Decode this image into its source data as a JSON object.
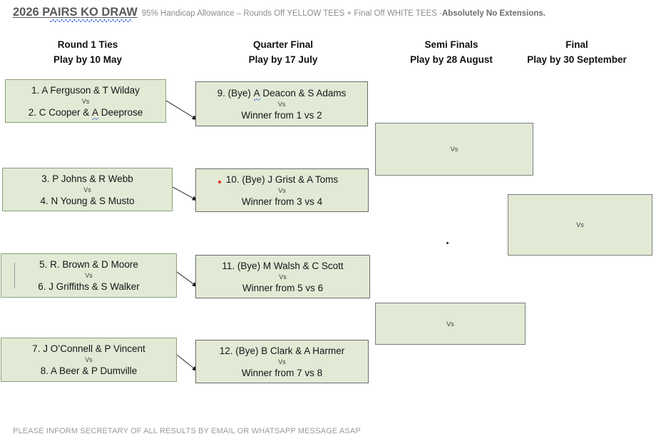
{
  "header": {
    "title": "2026 PAIRS KO DRAW",
    "subtitle": "95% Handicap Allowance – Rounds Off YELLOW TEES + Final Off WHITE TEES -",
    "emphasis": "Absolutely No Extensions."
  },
  "columns": [
    {
      "name": "Round 1 Ties",
      "deadline": "Play by 10 May"
    },
    {
      "name": "Quarter Final",
      "deadline": "Play by 17 July"
    },
    {
      "name": "Semi Finals",
      "deadline": "Play by 28 August"
    },
    {
      "name": "Final",
      "deadline": "Play by 30 September"
    }
  ],
  "vs_label": "Vs",
  "round1": [
    {
      "top": "1. A Ferguson & T Wilday",
      "bottom": "2. C Cooper & A Deeprose"
    },
    {
      "top": "3. P Johns & R Webb",
      "bottom": "4. N Young & S Musto"
    },
    {
      "top": "5. R. Brown & D Moore",
      "bottom": "6. J Griffiths & S Walker"
    },
    {
      "top": "7. J O’Connell & P Vincent",
      "bottom": "8. A Beer & P Dumville"
    }
  ],
  "quarter_final": [
    {
      "top": "9. (Bye) A Deacon & S Adams",
      "bottom": "Winner from 1 vs 2"
    },
    {
      "top": "10. (Bye) J Grist & A Toms",
      "bottom": "Winner from 3 vs 4"
    },
    {
      "top": "11. (Bye) M Walsh & C Scott",
      "bottom": "Winner from 5 vs 6"
    },
    {
      "top": "12. (Bye) B Clark & A Harmer",
      "bottom": "Winner from 7 vs 8"
    }
  ],
  "semi_final": [
    {
      "top": "",
      "bottom": ""
    },
    {
      "top": "",
      "bottom": ""
    }
  ],
  "final": {
    "top": "",
    "bottom": ""
  },
  "footer": "PLEASE INFORM SECRETARY OF ALL RESULTS BY EMAIL OR WHATSAPP MESSAGE ASAP",
  "colors": {
    "box_fill": "#e2ead6",
    "box_border_green": "#8aa07a",
    "box_border_grey": "#6b6b6b",
    "red_marker": "#e03020",
    "spellcheck": "#3a64d8"
  }
}
